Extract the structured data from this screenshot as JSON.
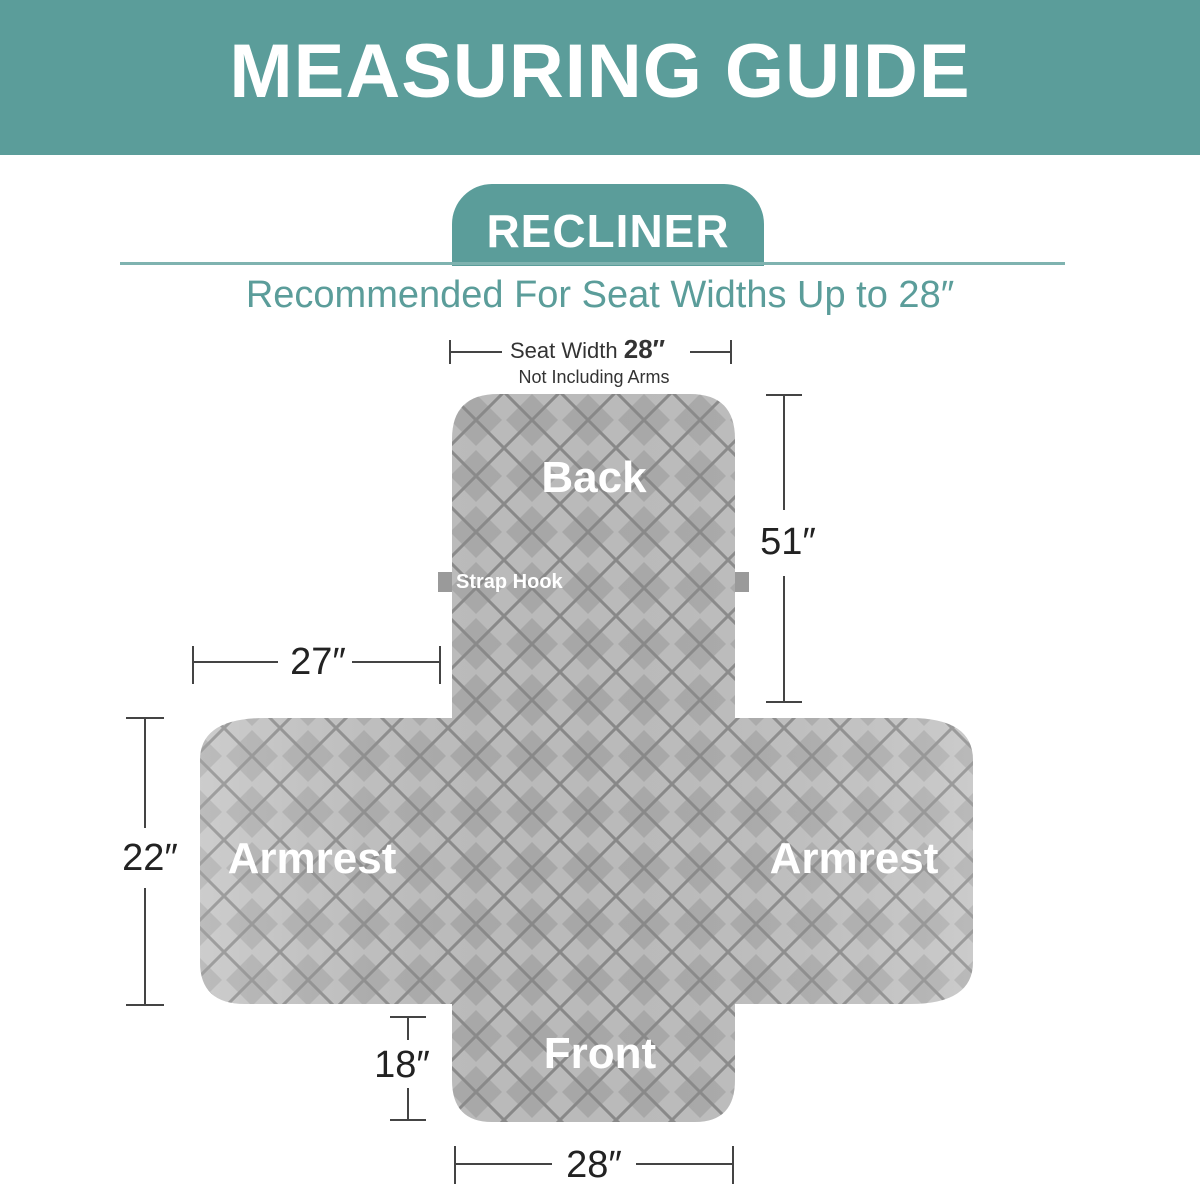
{
  "header": {
    "title": "MEASURING GUIDE"
  },
  "product": {
    "type_label": "RECLINER",
    "recommendation": "Recommended For Seat Widths Up to 28″"
  },
  "diagram": {
    "seat_width_label": "Seat Width",
    "seat_width_value": "28″",
    "seat_width_note": "Not Including Arms",
    "back_label": "Back",
    "strap_hook_label": "Strap Hook",
    "armrest_left_label": "Armrest",
    "armrest_right_label": "Armrest",
    "front_label": "Front",
    "dim_back_length": "51″",
    "dim_armrest_width": "27″",
    "dim_armrest_length": "22″",
    "dim_front_length": "18″",
    "dim_front_width": "28″"
  },
  "colors": {
    "accent": "#5b9d9a",
    "fabric": "#b9b9b9",
    "quilt_line": "#8a8a8a",
    "dimension_line": "#444444",
    "label_text": "#ffffff"
  }
}
